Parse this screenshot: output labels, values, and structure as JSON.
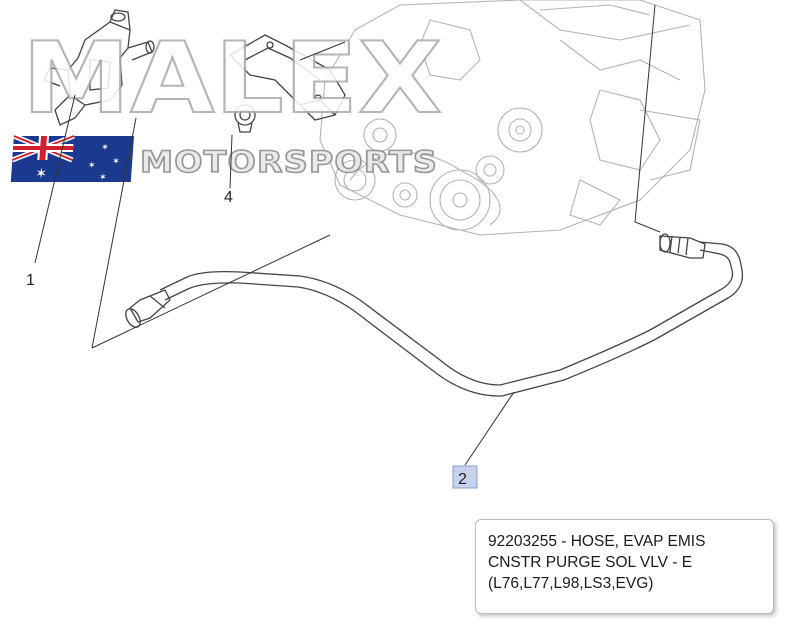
{
  "watermark": {
    "main_text": "MALEX",
    "sub_text": "MOTORSPORTS",
    "flag": "australia-flag"
  },
  "callouts": {
    "part_1": "1",
    "part_2": "2",
    "part_4": "4"
  },
  "part_info": {
    "description": "92203255 - HOSE, EVAP EMIS CNSTR PURGE SOL VLV - E (L76,L77,L98,LS3,EVG)"
  },
  "colors": {
    "highlight": "#c8d2ec",
    "line": "#444444",
    "engine_sketch": "#9a9a9a"
  }
}
